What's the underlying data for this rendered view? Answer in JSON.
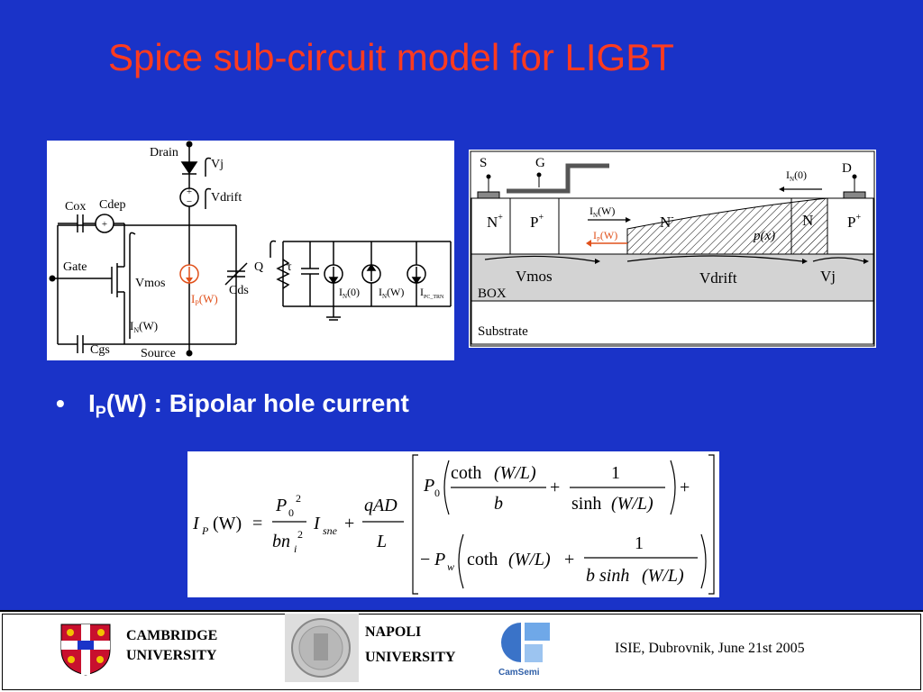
{
  "slide_title": "Spice sub-circuit model for LIGBT",
  "circuit": {
    "drain": "Drain",
    "vj": "Vj",
    "vdrift": "Vdrift",
    "cox": "Cox",
    "cdep": "Cdep",
    "gate": "Gate",
    "vmos": "Vmos",
    "in_w": "N",
    "ip_label": "P",
    "cds": "Cds",
    "cgs": "Cgs",
    "source": "Source",
    "q": "Q",
    "tau": "τ",
    "in0_sub": "N",
    "in0_arg": "(0)",
    "inw_sub": "N",
    "inw_arg": "(W)",
    "ipc_sub": "PC_TRN",
    "i_letter": "I",
    "w_arg": "(W)"
  },
  "cross_section": {
    "s": "S",
    "g": "G",
    "d": "D",
    "n_plus_left": "N",
    "p_plus_left": "P",
    "n_minus": "N",
    "n_right": "N",
    "p_plus_right": "P",
    "px": "p(x)",
    "in_w_label": "(W)",
    "ip_w_label": "(W)",
    "in_0_label": "(0)",
    "vmos": "Vmos",
    "vdrift": "Vdrift",
    "vj": "Vj",
    "box": "BOX",
    "substrate": "Substrate"
  },
  "bullet": {
    "symbol": "•",
    "main": "I",
    "sub": "P",
    "rest": "(W) : Bipolar hole current"
  },
  "formula": {
    "lhs_i": "I",
    "lhs_sub": "P",
    "lhs_arg": "(W)",
    "eq": "=",
    "p0": "P",
    "zero": "0",
    "two": "2",
    "b": "bn",
    "i_sub": "i",
    "isne": "I",
    "sne": "sne",
    "plus": "+",
    "qad": "qAD",
    "l": "L",
    "coth": "coth",
    "wl": "(W/L)",
    "bden": "b",
    "one": "1",
    "sinh": "sinh",
    "minus": "−",
    "pw": "P",
    "w": "w",
    "bsinh": "b sinh"
  },
  "footer": {
    "cambridge_1": "CAMBRIDGE",
    "cambridge_2": "UNIVERSITY",
    "napoli_1": "NAPOLI",
    "napoli_2": "UNIVERSITY",
    "camsemi": "CamSemi",
    "conference": "ISIE,  Dubrovnik, June 21st 2005"
  },
  "colors": {
    "background": "#1a33c8",
    "title": "#ff3b1f",
    "ip_current": "#e0501a"
  }
}
